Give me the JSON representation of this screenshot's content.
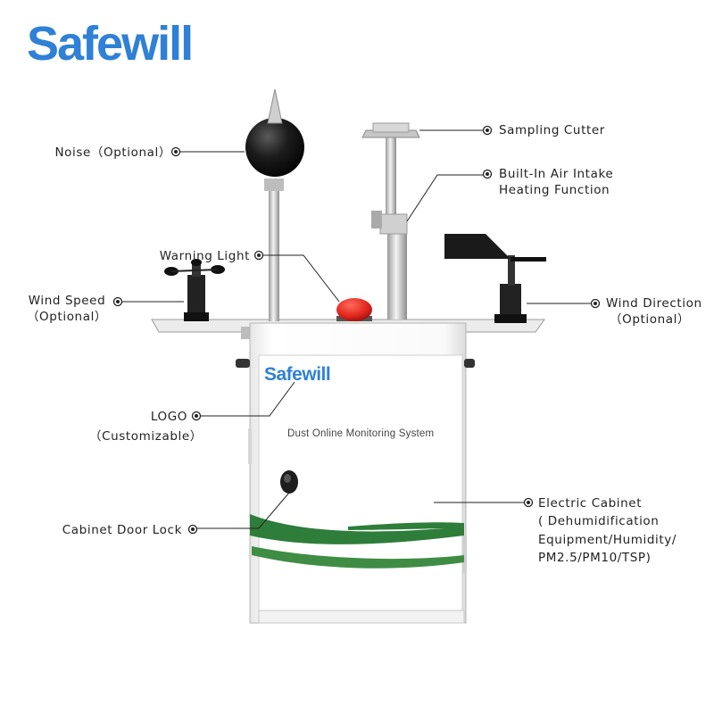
{
  "brand": {
    "name": "Safewill"
  },
  "cabinet": {
    "logo": "Safewill",
    "title": "Dust Online Monitoring System"
  },
  "callouts": {
    "noise": "Noise（Optional）",
    "sampling_cutter": "Sampling Cutter",
    "air_intake_line1": "Built-In Air Intake",
    "air_intake_line2": "Heating Function",
    "warning_light": "Warning Light",
    "wind_speed_line1": "Wind Speed",
    "wind_speed_line2": "（Optional）",
    "wind_direction_line1": "Wind Direction",
    "wind_direction_line2": "（Optional）",
    "logo_line1": "LOGO",
    "logo_line2": "（Customizable）",
    "cabinet_door_lock": "Cabinet Door Lock",
    "electric_cabinet_line1": "Electric Cabinet",
    "electric_cabinet_line2": "( Dehumidification",
    "electric_cabinet_line3": "Equipment/Humidity/",
    "electric_cabinet_line4": "PM2.5/PM10/TSP)"
  },
  "colors": {
    "brand_blue": "#2f80d6",
    "stripe_green": "#2e7d3a",
    "warning_red": "#e0261e"
  }
}
